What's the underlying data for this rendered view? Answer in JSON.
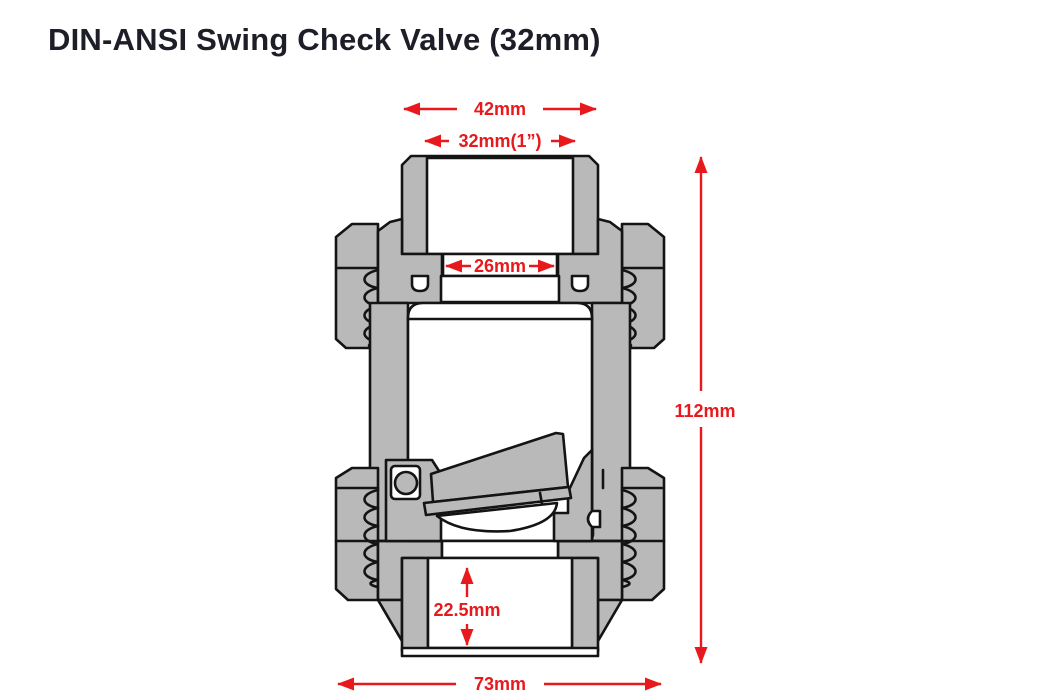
{
  "title": "DIN-ANSI Swing Check Valve (32mm)",
  "colors": {
    "background": "#ffffff",
    "title_text": "#1e1e28",
    "dimension_red": "#e8191c",
    "valve_body_gray": "#b9b9b9",
    "outline_black": "#141414",
    "bore_white": "#ffffff"
  },
  "diagram": {
    "dimensions": {
      "socket_outer_width": {
        "label": "42mm",
        "orientation": "horizontal"
      },
      "nominal_size": {
        "label": "32mm(1”)",
        "orientation": "horizontal"
      },
      "inner_bore": {
        "label": "26mm",
        "orientation": "horizontal"
      },
      "overall_height": {
        "label": "112mm",
        "orientation": "vertical"
      },
      "socket_depth": {
        "label": "22.5mm",
        "orientation": "vertical"
      },
      "overall_width": {
        "label": "73mm",
        "orientation": "horizontal"
      }
    }
  }
}
